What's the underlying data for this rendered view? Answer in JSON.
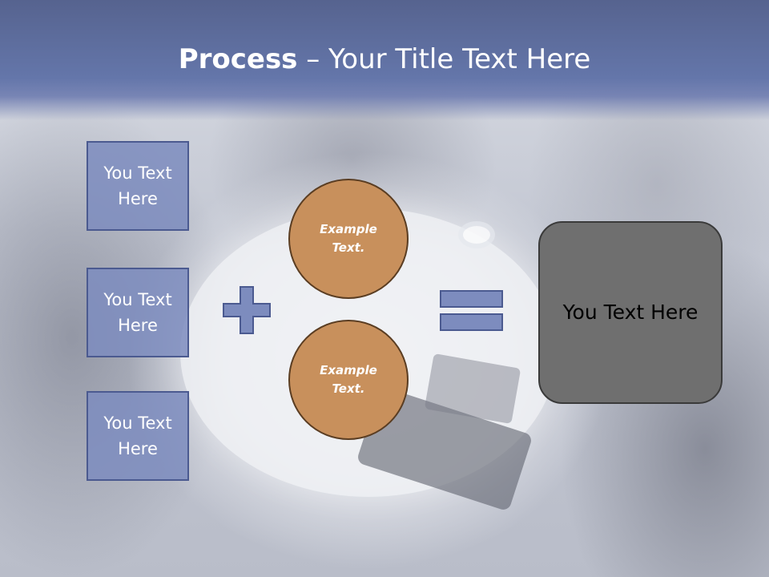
{
  "title": {
    "bold": "Process",
    "rest": " – Your Title Text Here"
  },
  "left_boxes": [
    {
      "label": "You Text Here"
    },
    {
      "label": "You Text Here"
    },
    {
      "label": "You Text Here"
    }
  ],
  "circles": [
    {
      "label": "Example Text."
    },
    {
      "label": "Example Text."
    }
  ],
  "result": {
    "label": "You Text Here"
  },
  "colors": {
    "title_bar": "#6476aa",
    "box_fill": "#7d8cbe",
    "box_border": "#4b5a90",
    "circle_fill": "#c8905c",
    "circle_border": "#5a3d22",
    "result_fill": "#6f6f6f",
    "operator_fill": "#7d8cbe"
  },
  "icons": {
    "operator1": "plus-icon",
    "operator2": "equals-icon"
  }
}
